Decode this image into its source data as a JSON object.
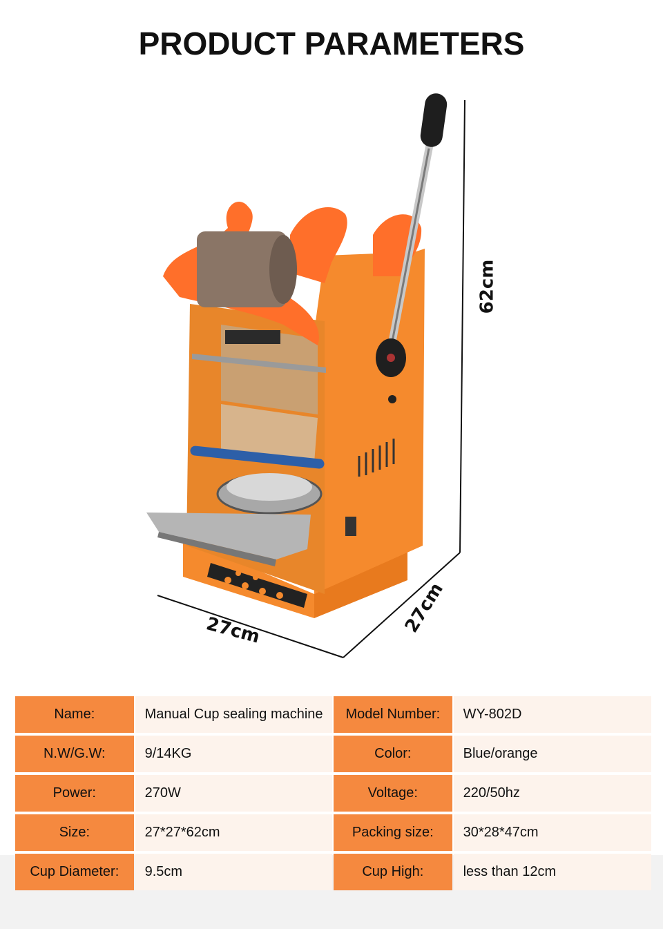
{
  "title": "PRODUCT PARAMETERS",
  "dimensions": {
    "height": "62cm",
    "width": "27cm",
    "depth": "27cm"
  },
  "colors": {
    "label_bg": "#f5893f",
    "value_bg": "#fdf3ec",
    "machine": "#f58a2d",
    "roller": "#8a7566"
  },
  "specs": [
    {
      "label1": "Name:",
      "value1": "Manual Cup sealing machine",
      "label2": "Model Number:",
      "value2": "WY-802D"
    },
    {
      "label1": "N.W/G.W:",
      "value1": "9/14KG",
      "label2": "Color:",
      "value2": "Blue/orange"
    },
    {
      "label1": "Power:",
      "value1": "270W",
      "label2": "Voltage:",
      "value2": "220/50hz"
    },
    {
      "label1": "Size:",
      "value1": "27*27*62cm",
      "label2": "Packing size:",
      "value2": "30*28*47cm"
    },
    {
      "label1": "Cup Diameter:",
      "value1": "9.5cm",
      "label2": "Cup High:",
      "value2": "less than 12cm"
    }
  ]
}
